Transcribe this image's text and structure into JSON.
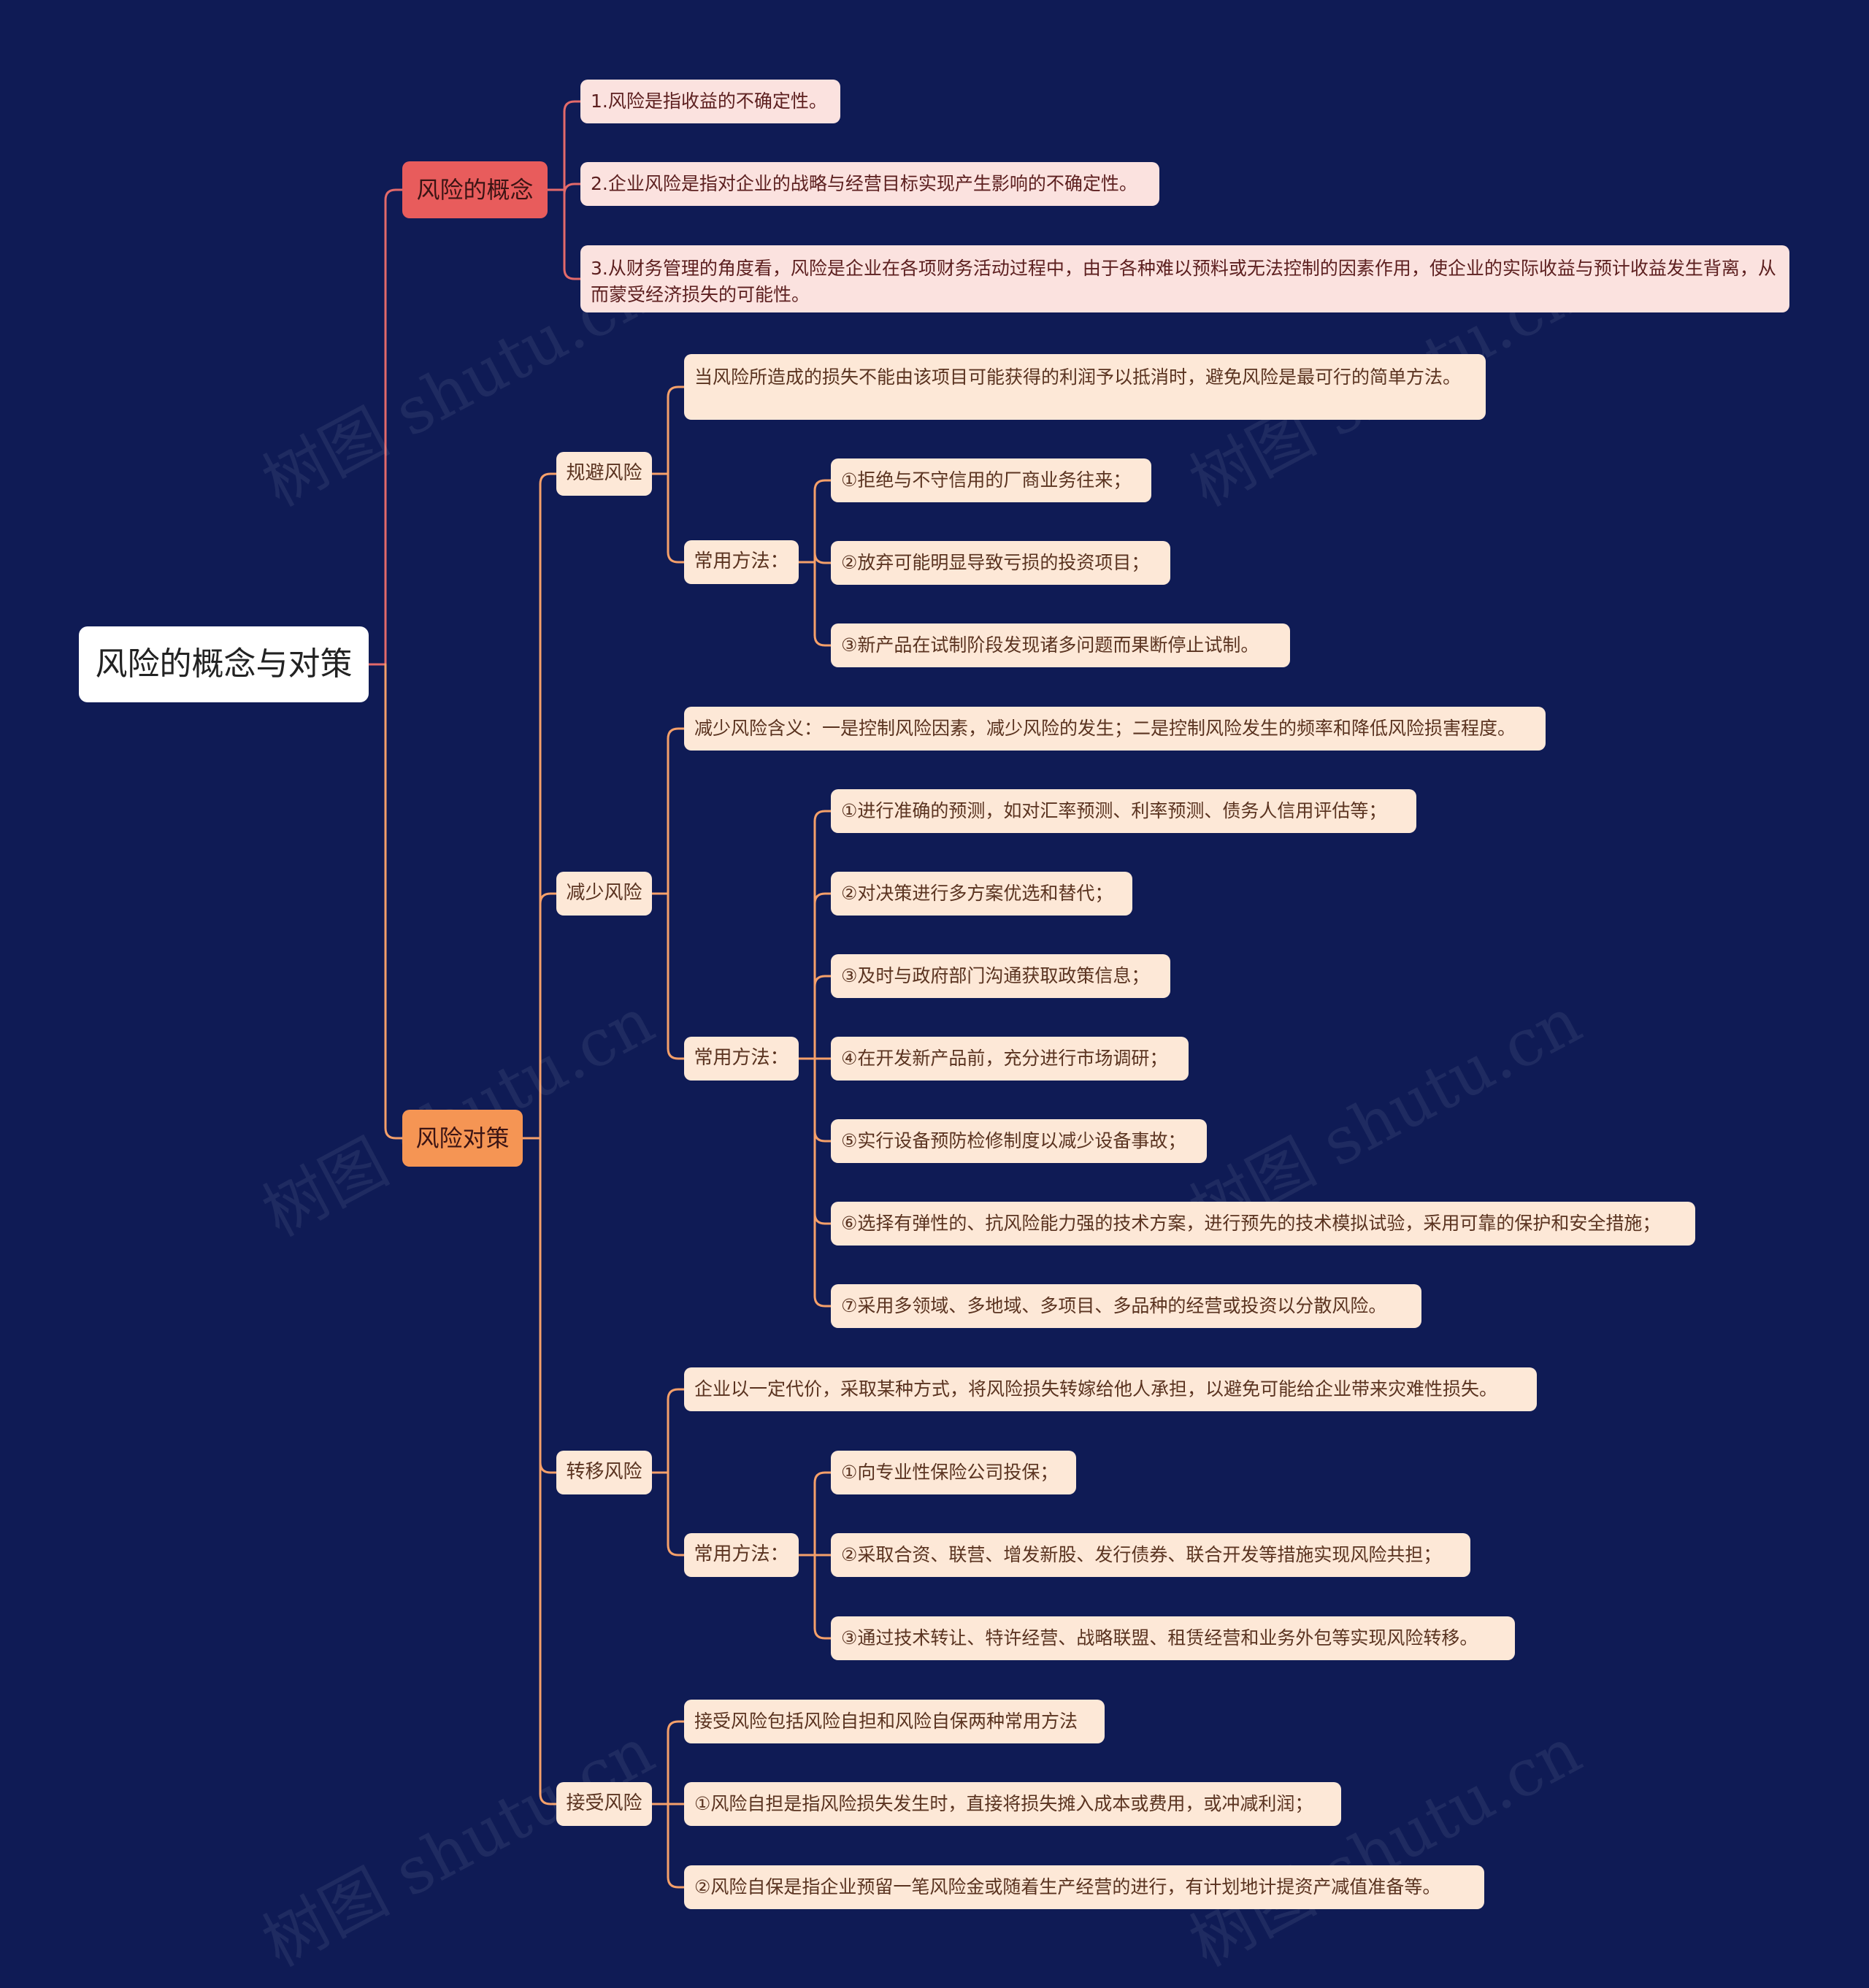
{
  "colors": {
    "background": "#0f1b55",
    "concept_branch": "#e85c5c",
    "strategy_branch": "#f59554",
    "link_concept": "#e36a6a",
    "link_strategy": "#f5a06a",
    "leaf_fill": "#fde8d7",
    "concept_leaf_fill": "#fbe2df"
  },
  "watermark": "树图 shutu.cn",
  "root": {
    "label": "风险的概念与对策"
  },
  "concept": {
    "label": "风险的概念",
    "items": [
      "1.风险是指收益的不确定性。",
      "2.企业风险是指对企业的战略与经营目标实现产生影响的不确定性。",
      "3.从财务管理的角度看，风险是企业在各项财务活动过程中，由于各种难以预料或无法控制的因素作用，使企业的实际收益与预计收益发生背离，从而蒙受经济损失的可能性。"
    ]
  },
  "strategy": {
    "label": "风险对策",
    "avoid": {
      "label": "规避风险",
      "desc": "当风险所造成的损失不能由该项目可能获得的利润予以抵消时，避免风险是最可行的简单方法。",
      "methods_label": "常用方法：",
      "methods": [
        "①拒绝与不守信用的厂商业务往来；",
        "②放弃可能明显导致亏损的投资项目；",
        "③新产品在试制阶段发现诸多问题而果断停止试制。"
      ]
    },
    "reduce": {
      "label": "减少风险",
      "desc": "减少风险含义：一是控制风险因素，减少风险的发生；二是控制风险发生的频率和降低风险损害程度。",
      "methods_label": "常用方法：",
      "methods": [
        "①进行准确的预测，如对汇率预测、利率预测、债务人信用评估等；",
        "②对决策进行多方案优选和替代；",
        "③及时与政府部门沟通获取政策信息；",
        "④在开发新产品前，充分进行市场调研；",
        "⑤实行设备预防检修制度以减少设备事故；",
        "⑥选择有弹性的、抗风险能力强的技术方案，进行预先的技术模拟试验，采用可靠的保护和安全措施；",
        "⑦采用多领域、多地域、多项目、多品种的经营或投资以分散风险。"
      ]
    },
    "transfer": {
      "label": "转移风险",
      "desc": "企业以一定代价，采取某种方式，将风险损失转嫁给他人承担，以避免可能给企业带来灾难性损失。",
      "methods_label": "常用方法：",
      "methods": [
        "①向专业性保险公司投保；",
        "②采取合资、联营、增发新股、发行债券、联合开发等措施实现风险共担；",
        "③通过技术转让、特许经营、战略联盟、租赁经营和业务外包等实现风险转移。"
      ]
    },
    "accept": {
      "label": "接受风险",
      "items": [
        "接受风险包括风险自担和风险自保两种常用方法",
        "①风险自担是指风险损失发生时，直接将损失摊入成本或费用，或冲减利润；",
        "②风险自保是指企业预留一笔风险金或随着生产经营的进行，有计划地计提资产减值准备等。"
      ]
    }
  }
}
